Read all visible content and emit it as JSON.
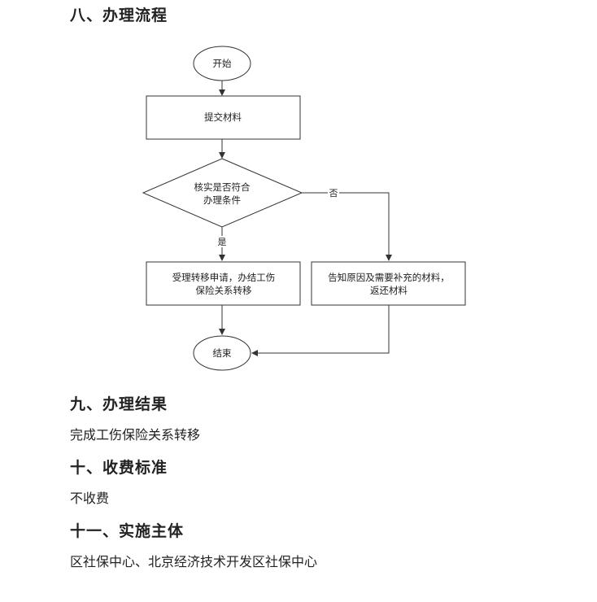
{
  "sections": {
    "s8": {
      "title": "八、办理流程"
    },
    "s9": {
      "title": "九、办理结果",
      "text": "完成工伤保险关系转移"
    },
    "s10": {
      "title": "十、收费标准",
      "text": "不收费"
    },
    "s11": {
      "title": "十一、实施主体",
      "text": "区社保中心、北京经济技术开发区社保中心"
    }
  },
  "flowchart": {
    "start": "开始",
    "submit": "提交材料",
    "decision_line1": "核实是否符合",
    "decision_line2": "办理条件",
    "yes_label": "是",
    "no_label": "否",
    "accept_line1": "受理转移申请，办结工伤",
    "accept_line2": "保险关系转移",
    "reject_line1": "告知原因及需要补充的材料，",
    "reject_line2": "返还材料",
    "end": "结束"
  }
}
